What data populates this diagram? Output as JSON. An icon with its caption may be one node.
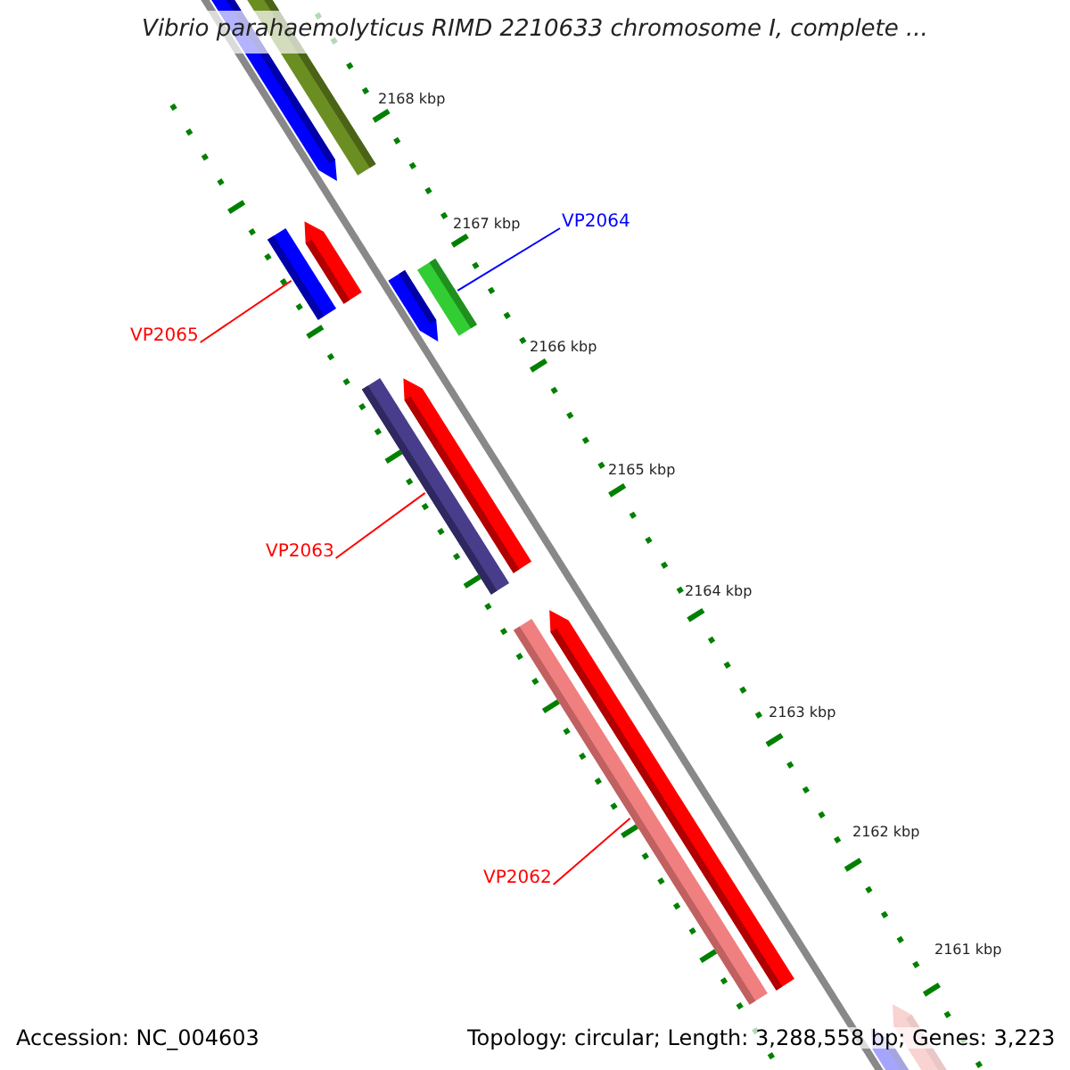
{
  "diagram": {
    "title": "Vibrio parahaemolyticus RIMD 2210633 chromosome I, complete ...",
    "nodes": [
      {
        "text": [
          "VP2064"
        ]
      },
      {
        "text": [],
        "shape": "bar"
      },
      {
        "text": [
          "VP2065"
        ]
      },
      {
        "text": [],
        "shape": "bar"
      },
      {
        "text": [
          "VP2063"
        ]
      },
      {
        "text": [],
        "shape": "bar"
      },
      {
        "text": [
          "VP2062"
        ]
      },
      {
        "text": [],
        "shape": "bar"
      }
    ],
    "edges": [
      {
        "from": 0,
        "to": 1,
        "arrow": "none",
        "color": "#0000ff"
      },
      {
        "from": 2,
        "to": 3,
        "arrow": "none",
        "color": "#ff0000"
      },
      {
        "from": 4,
        "to": 5,
        "arrow": "none",
        "color": "#ff0000"
      },
      {
        "from": 6,
        "to": 7,
        "arrow": "none",
        "color": "#ff0000"
      }
    ],
    "labels": [
      "2168 kbp",
      "2167 kbp",
      "2166 kbp",
      "2165 kbp",
      "2164 kbp",
      "2163 kbp",
      "2162 kbp",
      "2161 kbp",
      "Accession: NC_004603",
      "Topology: circular; Length: 3,288,558 bp; Genes: 3,223"
    ]
  }
}
